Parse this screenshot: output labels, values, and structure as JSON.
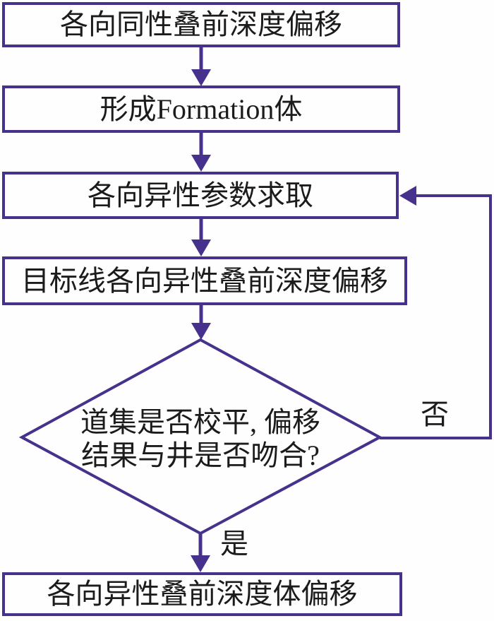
{
  "flowchart": {
    "nodes": {
      "step1": {
        "label": "各向同性叠前深度偏移"
      },
      "step2": {
        "label": "形成Formation体"
      },
      "step3": {
        "label": "各向异性参数求取"
      },
      "step4": {
        "label": "目标线各向异性叠前深度偏移"
      },
      "decision": {
        "line1": "道集是否校平, 偏移",
        "line2": "结果与井是否吻合?"
      },
      "step5": {
        "label": "各向异性叠前深度体偏移"
      }
    },
    "edges": {
      "yes_label": "是",
      "no_label": "否"
    },
    "colors": {
      "line": "#46318C",
      "text": "#1b1b1b",
      "background": "#fefefe"
    }
  }
}
